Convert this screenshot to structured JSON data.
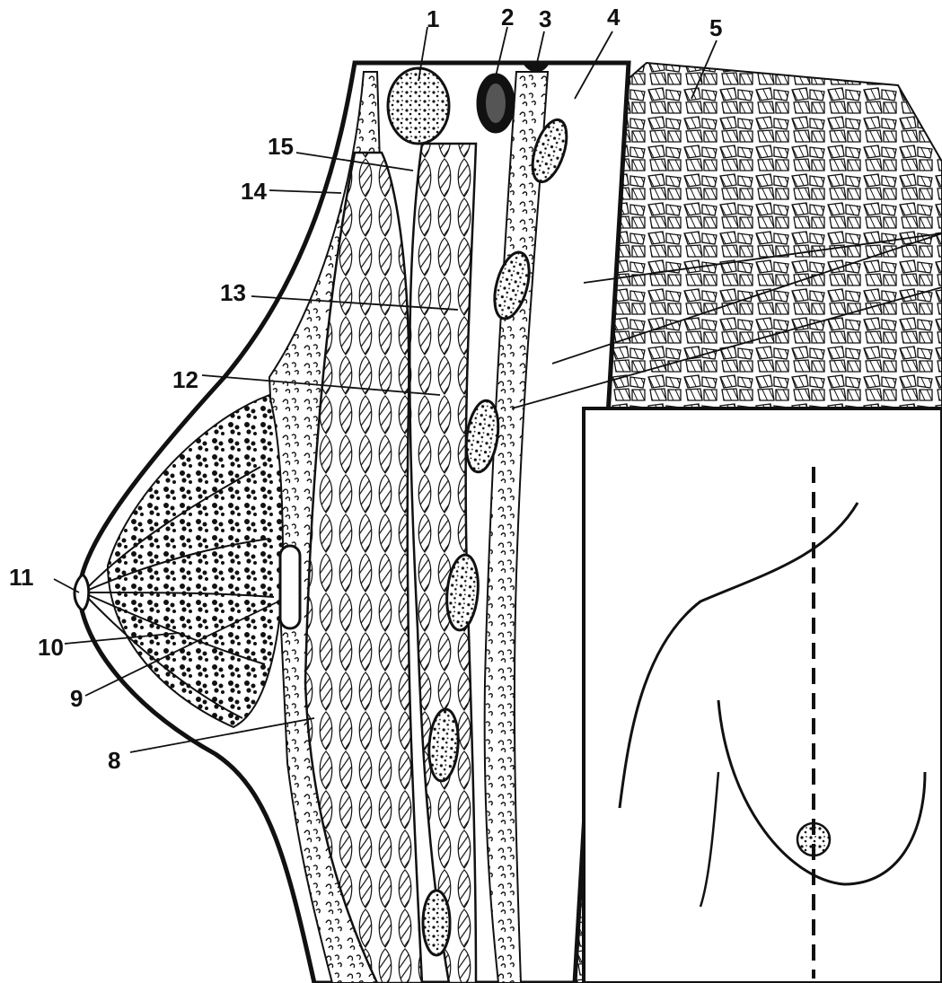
{
  "figure": {
    "labels": [
      "1",
      "2",
      "3",
      "4",
      "5",
      "8",
      "9",
      "10",
      "11",
      "12",
      "13",
      "14",
      "15"
    ]
  },
  "colors": {
    "ink": "#111111",
    "paper": "#ffffff"
  }
}
